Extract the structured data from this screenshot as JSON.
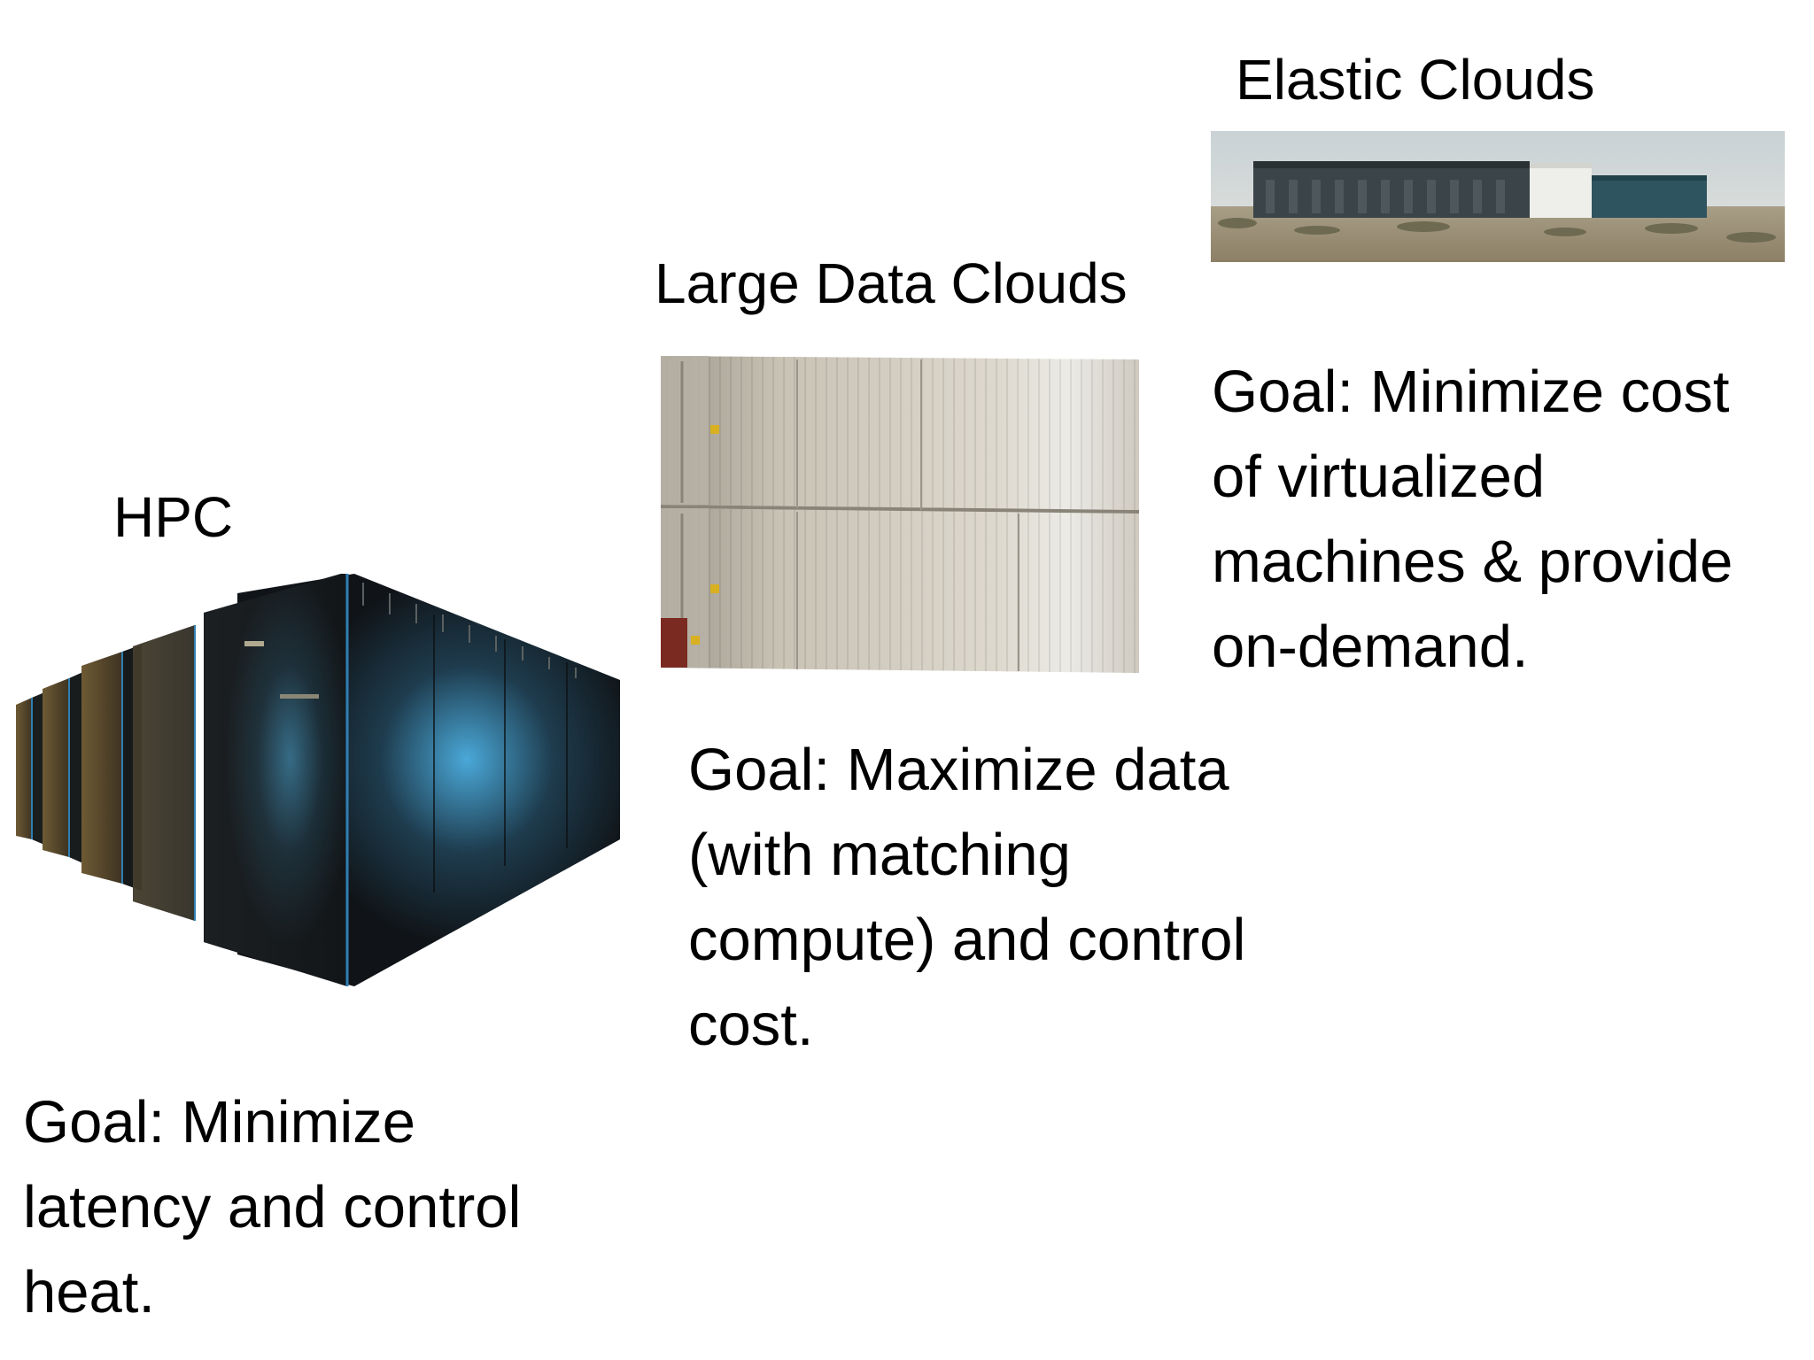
{
  "slide": {
    "hpc": {
      "title": "HPC",
      "goal": "Goal: Minimize\nlatency and control\nheat.",
      "image": "hpc-supercomputer-racks-photo"
    },
    "large_data": {
      "title": "Large Data Clouds",
      "goal": "Goal: Maximize data\n(with matching\ncompute) and control\ncost.",
      "image": "shipping-container-datacenter-photo"
    },
    "elastic": {
      "title": "Elastic Clouds",
      "goal": "Goal: Minimize cost\nof virtualized\nmachines & provide\non-demand.",
      "image": "remote-datacenter-building-photo"
    }
  }
}
